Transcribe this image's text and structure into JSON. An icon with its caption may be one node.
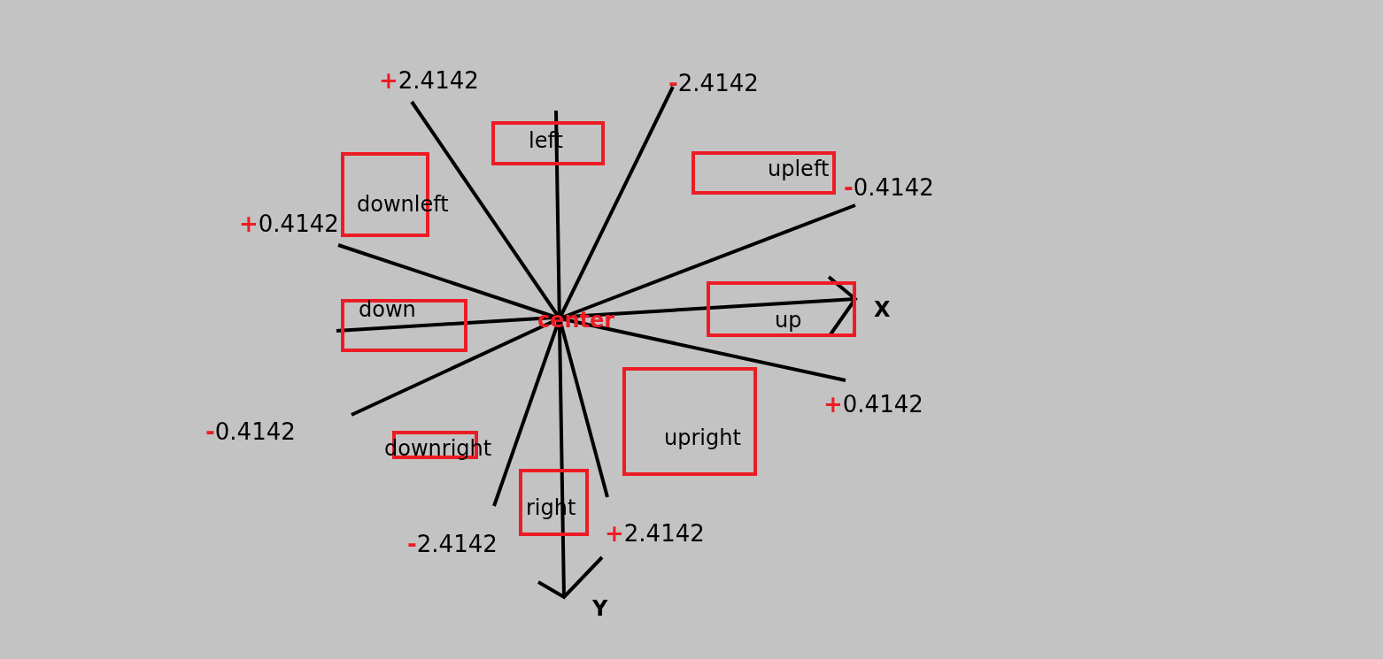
{
  "diagram": {
    "nodes": [
      {
        "text": [
          "left"
        ]
      },
      {
        "text": [
          "upleft"
        ]
      },
      {
        "text": [
          "downleft"
        ]
      },
      {
        "text": [
          "up"
        ]
      },
      {
        "text": [
          "down"
        ]
      },
      {
        "text": [
          "center"
        ]
      },
      {
        "text": [
          "upright"
        ]
      },
      {
        "text": [
          "downright"
        ]
      },
      {
        "text": [
          "right"
        ]
      }
    ],
    "labels": [
      "+2.4142",
      "-2.4142",
      "-0.4142",
      "+0.4142",
      "X",
      "+0.4142",
      "-0.4142",
      "+2.4142",
      "-2.4142",
      "Y"
    ]
  }
}
